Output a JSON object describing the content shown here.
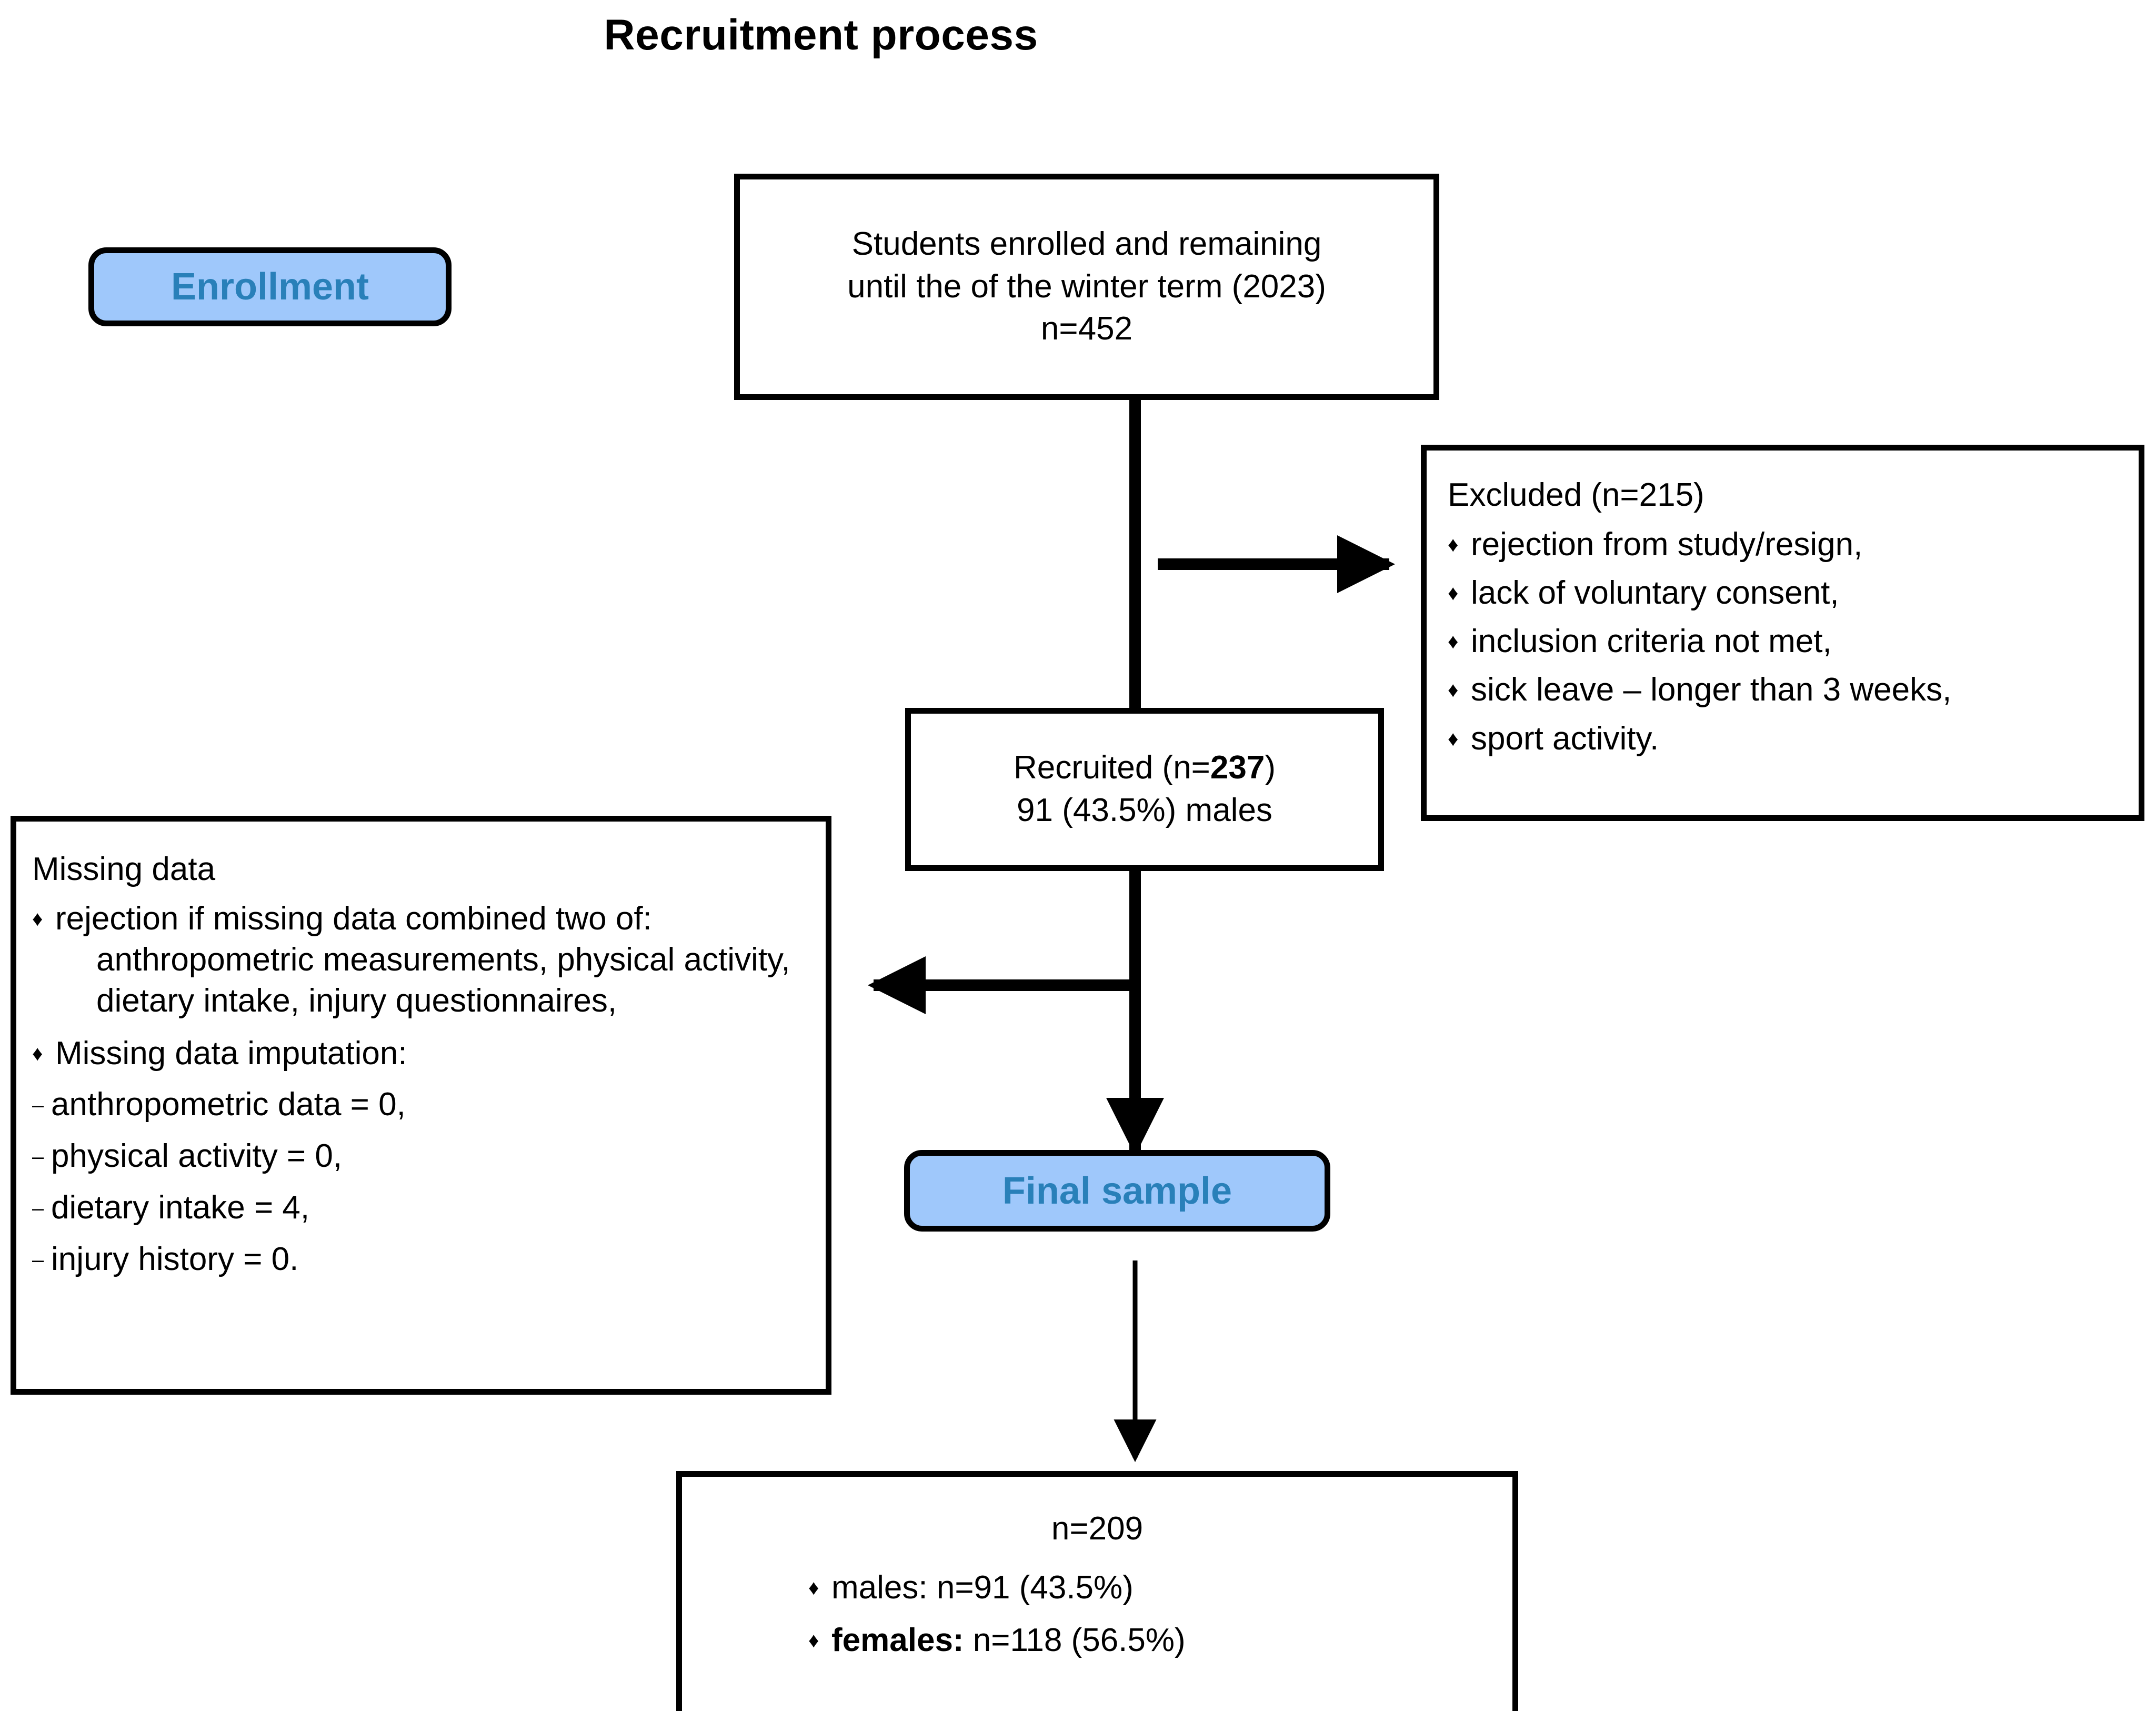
{
  "title": "Recruitment process",
  "theme": {
    "pill_fill": "#9FC8FB",
    "pill_text": "#2980B9",
    "stroke": "#000000",
    "box_fill": "#ffffff"
  },
  "stages": {
    "enrollment_label": "Enrollment",
    "final_sample_label": "Final sample"
  },
  "nodes": {
    "enrolled": {
      "line1": "Students enrolled and remaining",
      "line2": "until the of the winter term (2023)",
      "line3": "n=452"
    },
    "recruited": {
      "line1_prefix": "Recruited (n=",
      "line1_value": "237",
      "line1_suffix": ")",
      "line2": "91 (43.5%) males"
    },
    "excluded": {
      "heading": "Excluded (n=215)",
      "bullet_mark": "♦",
      "items": [
        "rejection from study/resign,",
        "lack of voluntary consent,",
        "inclusion criteria not met,",
        "sick leave – longer than 3 weeks,",
        "sport activity."
      ]
    },
    "missing_data": {
      "heading": "Missing data",
      "bullet_mark": "♦",
      "dash_mark": "–",
      "items": [
        "rejection if missing data combined two of: anthropometric measurements, physical activity, dietary intake, injury questionnaires,",
        "Missing data imputation:"
      ],
      "imputation": [
        "anthropometric data = 0,",
        "physical activity = 0,",
        "dietary intake = 4,",
        "injury history = 0."
      ]
    },
    "final_counts": {
      "total": "n=209",
      "bullet_mark": "♦",
      "males_label": "males:",
      "males_value": " n=91 (43.5%)",
      "females_label": "females:",
      "females_value": " n=118 (56.5%)"
    }
  }
}
